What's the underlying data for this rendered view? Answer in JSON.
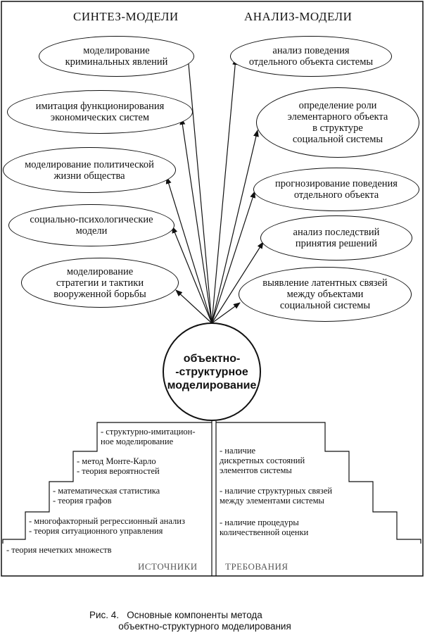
{
  "headings": {
    "left": "СИНТЕЗ-МОДЕЛИ",
    "right": "АНАЛИЗ-МОДЕЛИ"
  },
  "center": "объектно-\n-структурное\nмоделирование",
  "synthesis": [
    "моделирование\nкриминальных явлений",
    "имитация функционирования\nэкономических систем",
    "моделирование политической\nжизни общества",
    "социально-психологические\nмодели",
    "моделирование\nстратегии и тактики\nвооруженной борьбы"
  ],
  "analysis": [
    "анализ поведения\nотдельного объекта системы",
    "определение роли\nэлементарного объекта\nв структуре\nсоциальной системы",
    "прогнозирование поведения\nотдельного объекта",
    "анализ последствий\nпринятия решений",
    "выявление латентных связей\nмежду объектами\nсоциальной системы"
  ],
  "sources": [
    "- структурно-имитацион-\nное моделирование",
    "- метод Монте-Карло\n- теория вероятностей",
    "- математическая статистика\n- теория графов",
    "- многофакторный регрессионный анализ\n- теория ситуационного управления",
    "- теория нечетких множеств"
  ],
  "requirements": [
    "- наличие\nдискретных состояний\nэлементов системы",
    "- наличие структурных связей\nмежду элементами системы",
    "- наличие процедуры\nколичественной оценки"
  ],
  "sources_label": "ИСТОЧНИКИ",
  "requirements_label": "ТРЕБОВАНИЯ",
  "caption": "Рис. 4.   Основные компоненты метода\n           объектно-структурного моделирования"
}
